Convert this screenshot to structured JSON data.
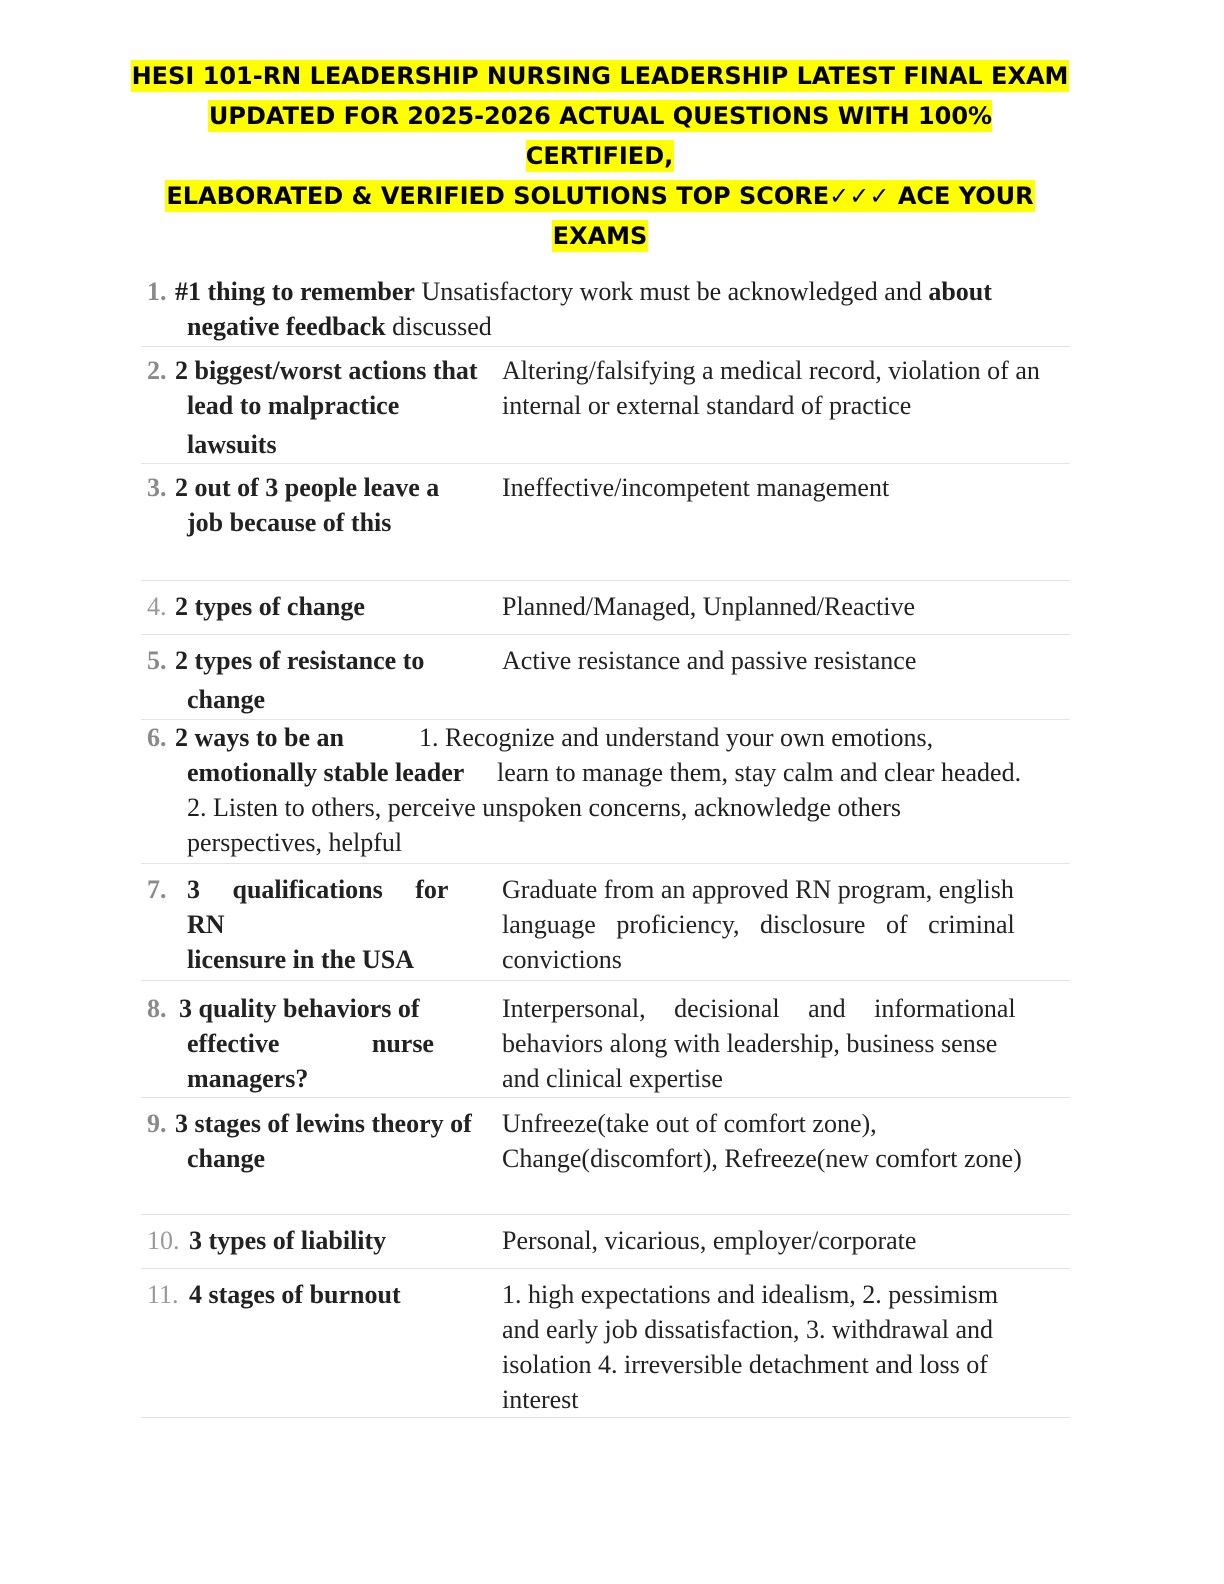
{
  "document": {
    "title_lines": [
      "HESI 101-RN LEADERSHIP NURSING LEADERSHIP LATEST FINAL EXAM",
      "UPDATED FOR 2025-2026 ACTUAL QUESTIONS WITH 100% CERTIFIED,",
      "ELABORATED & VERIFIED SOLUTIONS TOP SCORE✓✓✓ ACE YOUR",
      "EXAMS"
    ]
  },
  "items": [
    {
      "number": "1.",
      "term_a": "#1 thing to remember",
      "answer_a": "Unsatisfactory work must be acknowledged and",
      "term_b": "about",
      "term_c": "negative feedback",
      "answer_b": "discussed"
    },
    {
      "number": "2.",
      "term_lines": [
        "2 biggest/worst actions that",
        "lead to malpractice",
        "lawsuits"
      ],
      "answer_lines": [
        "Altering/falsifying a medical record, violation of an",
        "internal or external standard of practice"
      ]
    },
    {
      "number": "3.",
      "term_lines": [
        "2 out of 3 people leave a",
        "job because of this"
      ],
      "answer_lines": [
        "Ineffective/incompetent management"
      ]
    },
    {
      "number": "4.",
      "term_lines": [
        "2 types of change"
      ],
      "answer_lines": [
        "Planned/Managed, Unplanned/Reactive"
      ]
    },
    {
      "number": "5.",
      "term_lines": [
        "2 types of resistance to",
        "change"
      ],
      "answer_lines": [
        "Active resistance and passive resistance"
      ]
    },
    {
      "number": "6.",
      "term_a": "2 ways to be an",
      "answer_a": "1. Recognize and understand your own emotions,",
      "term_b": "emotionally stable leader",
      "answer_b": "learn to manage them, stay calm and clear headed.",
      "answer_c": "2. Listen to others, perceive unspoken concerns, acknowledge others",
      "answer_d": "perspectives, helpful"
    },
    {
      "number": "7.",
      "term_lines": [
        "3 qualifications for RN",
        "licensure in the USA"
      ],
      "answer_lines": [
        "Graduate from an approved RN program, english",
        "language proficiency, disclosure of criminal",
        "convictions"
      ]
    },
    {
      "number": "8.",
      "term_lines": [
        "3 quality behaviors of",
        "effective nurse",
        "managers?"
      ],
      "answer_lines": [
        "Interpersonal, decisional and informational",
        "behaviors along with leadership, business sense",
        "and clinical expertise"
      ]
    },
    {
      "number": "9.",
      "term_lines": [
        "3 stages of lewins theory of",
        "change"
      ],
      "answer_lines": [
        "Unfreeze(take out of comfort zone),",
        "Change(discomfort), Refreeze(new comfort zone)"
      ]
    },
    {
      "number": "10.",
      "term_lines": [
        "3 types of liability"
      ],
      "answer_lines": [
        "Personal, vicarious, employer/corporate"
      ]
    },
    {
      "number": "11.",
      "term_lines": [
        "4 stages of burnout"
      ],
      "answer_lines": [
        "1. high expectations and idealism, 2. pessimism",
        "and early job dissatisfaction, 3. withdrawal and",
        "isolation 4. irreversible detachment and loss of",
        "interest"
      ]
    }
  ]
}
